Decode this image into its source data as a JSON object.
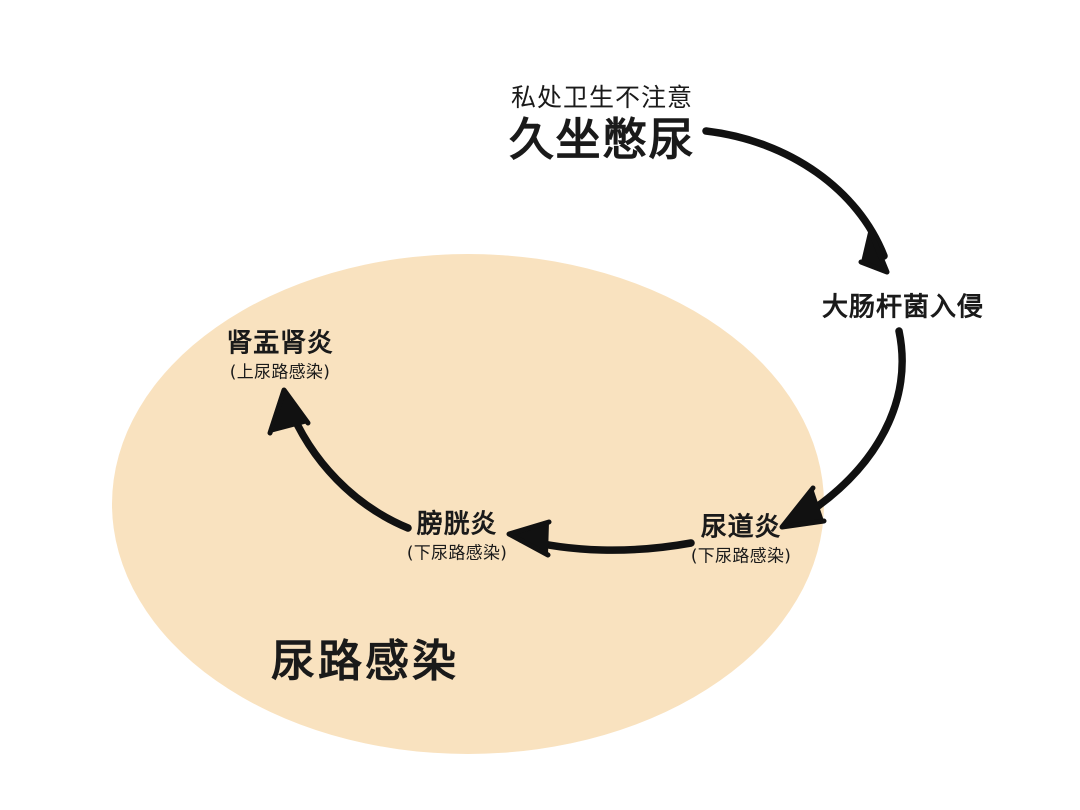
{
  "diagram": {
    "title": "尿路感染",
    "background_color": "#ffffff",
    "region": {
      "label": "尿路感染",
      "fill_color": "#f9e2bf",
      "shape": "ellipse"
    },
    "arrow_color": "#111111",
    "text_color": "#1a1a1a",
    "trigger": {
      "subtitle": "私处卫生不注意",
      "title": "久坐憋尿"
    },
    "steps": [
      {
        "id": "cause",
        "label": "久坐憋尿",
        "sublabel": "私处卫生不注意",
        "inside_region": false
      },
      {
        "id": "bacteria",
        "label": "大肠杆菌入侵",
        "sublabel": "",
        "inside_region": false
      },
      {
        "id": "urethritis",
        "label": "尿道炎",
        "sublabel": "(下尿路感染)",
        "inside_region": true
      },
      {
        "id": "cystitis",
        "label": "膀胱炎",
        "sublabel": "(下尿路感染)",
        "inside_region": true
      },
      {
        "id": "pyelonephritis",
        "label": "肾盂肾炎",
        "sublabel": "(上尿路感染)",
        "inside_region": true
      }
    ],
    "arrows": [
      {
        "id": "cause-to-bacteria",
        "from": "久坐憋尿",
        "to": "大肠杆菌入侵",
        "style": "curved"
      },
      {
        "id": "bacteria-to-urethritis",
        "from": "大肠杆菌入侵",
        "to": "尿道炎",
        "style": "curved"
      },
      {
        "id": "urethritis-to-cystitis",
        "from": "尿道炎",
        "to": "膀胱炎",
        "style": "straight"
      },
      {
        "id": "cystitis-to-pyelonephritis",
        "from": "膀胱炎",
        "to": "肾盂肾炎",
        "style": "curved"
      }
    ]
  }
}
